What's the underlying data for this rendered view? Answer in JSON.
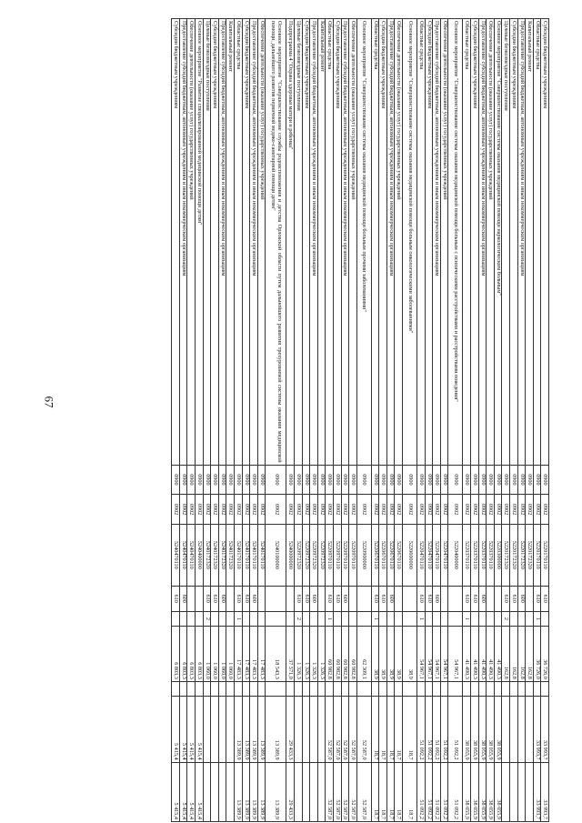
{
  "page_number": "67",
  "rows": [
    {
      "name": "Субсидии бюджетным учреждениям",
      "a": "0900",
      "b": "0902",
      "c": "5220170110",
      "d": "610",
      "e": "",
      "f": "36 726,0",
      "g": "",
      "h": "33 993,7",
      "i": "33 993,7"
    },
    {
      "name": "Областные средства",
      "a": "0900",
      "b": "0902",
      "c": "5220170110",
      "d": "610",
      "e": "1",
      "f": "36 726,0",
      "g": "",
      "h": "33 993,7",
      "i": "33 993,7"
    },
    {
      "name": "Капитальный ремонт",
      "a": "0900",
      "b": "0902",
      "c": "5220172320",
      "d": "",
      "e": "",
      "f": "162,8",
      "g": "",
      "h": "",
      "i": ""
    },
    {
      "name": "Предоставление субсидий бюджетным, автономным учреждениям и иным некоммерческим организациям",
      "a": "0900",
      "b": "0902",
      "c": "5220172320",
      "d": "600",
      "e": "",
      "f": "162,8",
      "g": "",
      "h": "",
      "i": ""
    },
    {
      "name": "Субсидии бюджетным учреждениям",
      "a": "0900",
      "b": "0902",
      "c": "5220172320",
      "d": "610",
      "e": "",
      "f": "162,8",
      "g": "",
      "h": "",
      "i": ""
    },
    {
      "name": "Целевые безвозмездные поступления",
      "a": "0900",
      "b": "0902",
      "c": "5220172320",
      "d": "610",
      "e": "2",
      "f": "162,8",
      "g": "",
      "h": "",
      "i": ""
    },
    {
      "name": "Основное мероприятие \"Совершенствование системы оказания медицинской помощи наркологическим больным\"",
      "a": "0900",
      "b": "0902",
      "c": "5220300000",
      "d": "",
      "e": "",
      "f": "41 490,3",
      "g": "",
      "h": "38 055,9",
      "i": "38 055,9"
    },
    {
      "name": "Обеспечение деятельности (оказание услуг) государственных учреждений",
      "a": "0900",
      "b": "0902",
      "c": "5220370110",
      "d": "",
      "e": "",
      "f": "41 490,3",
      "g": "",
      "h": "38 055,9",
      "i": "38 055,9"
    },
    {
      "name": "Предоставление субсидий бюджетным, автономным учреждениям и иным некоммерческим организациям",
      "a": "0900",
      "b": "0902",
      "c": "5220370110",
      "d": "600",
      "e": "",
      "f": "41 490,3",
      "g": "",
      "h": "38 055,9",
      "i": "38 055,9"
    },
    {
      "name": "Субсидии бюджетным учреждениям",
      "a": "0900",
      "b": "0902",
      "c": "5220370110",
      "d": "610",
      "e": "",
      "f": "41 490,3",
      "g": "",
      "h": "38 055,9",
      "i": "38 055,9"
    },
    {
      "name": "Областные средства",
      "a": "0900",
      "b": "0902",
      "c": "5220370110",
      "d": "610",
      "e": "1",
      "f": "41 490,3",
      "g": "",
      "h": "38 055,9",
      "i": "38 055,9"
    },
    {
      "name": "Основное мероприятие \"Совершенствование системы оказания медицинской помощи больным с психическими расстройствами и расстройствами поведения\"",
      "a": "0900",
      "b": "0902",
      "c": "5220400000",
      "d": "",
      "e": "",
      "f": "54 967,1",
      "g": "",
      "h": "51 092,2",
      "i": "51 092,2",
      "tall": true
    },
    {
      "name": "Обеспечение деятельности (оказание услуг) государственных учреждений",
      "a": "0900",
      "b": "0902",
      "c": "5220470110",
      "d": "",
      "e": "",
      "f": "54 967,1",
      "g": "",
      "h": "51 092,2",
      "i": "51 092,2"
    },
    {
      "name": "Предоставление субсидий бюджетным, автономным учреждениям и иным некоммерческим организациям",
      "a": "0900",
      "b": "0902",
      "c": "5220470110",
      "d": "600",
      "e": "",
      "f": "54 967,1",
      "g": "",
      "h": "51 092,2",
      "i": "51 092,2"
    },
    {
      "name": "Субсидии бюджетным учреждениям",
      "a": "0900",
      "b": "0902",
      "c": "5220470110",
      "d": "610",
      "e": "",
      "f": "54 967,1",
      "g": "",
      "h": "51 092,2",
      "i": "51 092,2"
    },
    {
      "name": "Областные средства",
      "a": "0900",
      "b": "0902",
      "c": "5220470110",
      "d": "610",
      "e": "1",
      "f": "54 967,1",
      "g": "",
      "h": "51 092,2",
      "i": "51 092,2"
    },
    {
      "name": "Основное мероприятие \"Совершенствование системы оказания медицинской помощи больным онкологическими заболеваниями\"",
      "a": "0900",
      "b": "0902",
      "c": "5220600000",
      "d": "",
      "e": "",
      "f": "38,9",
      "g": "",
      "h": "18,7",
      "i": "18,7",
      "tall": true
    },
    {
      "name": "Обеспечение деятельности (оказание услуг) государственных учреждений",
      "a": "0900",
      "b": "0902",
      "c": "5220670110",
      "d": "",
      "e": "",
      "f": "38,9",
      "g": "",
      "h": "18,7",
      "i": "18,7"
    },
    {
      "name": "Предоставление субсидий бюджетным, автономным учреждениям и иным некоммерческим организациям",
      "a": "0900",
      "b": "0902",
      "c": "5220670110",
      "d": "600",
      "e": "",
      "f": "38,9",
      "g": "",
      "h": "18,7",
      "i": "18,7"
    },
    {
      "name": "Субсидии бюджетным учреждениям",
      "a": "0900",
      "b": "0902",
      "c": "5220670110",
      "d": "610",
      "e": "",
      "f": "38,9",
      "g": "",
      "h": "18,7",
      "i": "18,7"
    },
    {
      "name": "Областные средства",
      "a": "0900",
      "b": "0902",
      "c": "5220670110",
      "d": "610",
      "e": "1",
      "f": "38,9",
      "g": "",
      "h": "18,7",
      "i": "18,7"
    },
    {
      "name": "Основное мероприятие \"Совершенствование системы оказания медицинской помощи больным прочими заболеваниями\"",
      "a": "0900",
      "b": "0902",
      "c": "5220900000",
      "d": "",
      "e": "",
      "f": "62 309,1",
      "g": "",
      "h": "52 587,0",
      "i": "52 587,0",
      "tall": true
    },
    {
      "name": "Обеспечение деятельности (оказание услуг) государственных учреждений",
      "a": "0900",
      "b": "0902",
      "c": "5220970110",
      "d": "",
      "e": "",
      "f": "60 982,8",
      "g": "",
      "h": "52 587,0",
      "i": "52 587,0"
    },
    {
      "name": "Предоставление субсидий бюджетным, автономным учреждениям и иным некоммерческим организациям",
      "a": "0900",
      "b": "0902",
      "c": "5220970110",
      "d": "600",
      "e": "",
      "f": "60 982,8",
      "g": "",
      "h": "52 587,0",
      "i": "52 587,0"
    },
    {
      "name": "Субсидии бюджетным учреждениям",
      "a": "0900",
      "b": "0902",
      "c": "5220970110",
      "d": "610",
      "e": "",
      "f": "60 982,8",
      "g": "",
      "h": "52 587,0",
      "i": "52 587,0"
    },
    {
      "name": "Областные средства",
      "a": "0900",
      "b": "0902",
      "c": "5220970110",
      "d": "610",
      "e": "1",
      "f": "60 982,8",
      "g": "",
      "h": "52 587,0",
      "i": "52 587,0"
    },
    {
      "name": "Капитальный ремонт",
      "a": "0900",
      "b": "0902",
      "c": "5220972320",
      "d": "",
      "e": "",
      "f": "1 326,3",
      "g": "",
      "h": "",
      "i": ""
    },
    {
      "name": "Предоставление субсидий бюджетным, автономным учреждениям и иным некоммерческим организациям",
      "a": "0900",
      "b": "0902",
      "c": "5220972320",
      "d": "600",
      "e": "",
      "f": "1 326,3",
      "g": "",
      "h": "",
      "i": ""
    },
    {
      "name": "Субсидии бюджетным учреждениям",
      "a": "0900",
      "b": "0902",
      "c": "5220972320",
      "d": "610",
      "e": "",
      "f": "1 326,3",
      "g": "",
      "h": "",
      "i": ""
    },
    {
      "name": "Целевые безвозмездные поступления",
      "a": "0900",
      "b": "0902",
      "c": "5220972320",
      "d": "610",
      "e": "2",
      "f": "1 326,3",
      "g": "",
      "h": "",
      "i": ""
    },
    {
      "name": "Подпрограмма 4 \"Охрана здоровья матери и ребенка\"",
      "a": "0900",
      "b": "0902",
      "c": "5240000000",
      "d": "",
      "e": "",
      "f": "37 571,0",
      "g": "",
      "h": "29 433,3",
      "i": "29 433,3"
    },
    {
      "name": "Основное мероприятие \"Совершенствование службы родовспоможения и детства Орловской области путем дальнейшего развития трехуровневой системы оказания медицинской помощи, дальнейшего развития первичной медико-санитарной помощи детям\"",
      "a": "0900",
      "b": "0902",
      "c": "5240100000",
      "d": "",
      "e": "",
      "f": "18 543,3",
      "g": "",
      "h": "13 389,9",
      "i": "13 389,9",
      "tall3": true
    },
    {
      "name": "Обеспечение деятельности (оказание услуг) государственных учреждений",
      "a": "0900",
      "b": "0902",
      "c": "5240170110",
      "d": "",
      "e": "",
      "f": "17 483,3",
      "g": "",
      "h": "13 389,9",
      "i": "13 389,9"
    },
    {
      "name": "Предоставление субсидий бюджетным, автономным учреждениям и иным некоммерческим организациям",
      "a": "0900",
      "b": "0902",
      "c": "5240170110",
      "d": "600",
      "e": "",
      "f": "17 483,3",
      "g": "",
      "h": "13 389,9",
      "i": "13 389,9"
    },
    {
      "name": "Субсидии бюджетным учреждениям",
      "a": "0900",
      "b": "0902",
      "c": "5240170110",
      "d": "610",
      "e": "",
      "f": "17 483,3",
      "g": "",
      "h": "13 389,9",
      "i": "13 389,9"
    },
    {
      "name": "Областные средства",
      "a": "0900",
      "b": "0902",
      "c": "5240170110",
      "d": "610",
      "e": "1",
      "f": "17 483,3",
      "g": "",
      "h": "13 389,9",
      "i": "13 389,9"
    },
    {
      "name": "Капитальный ремонт",
      "a": "0900",
      "b": "0902",
      "c": "5240172320",
      "d": "",
      "e": "",
      "f": "1 060,0",
      "g": "",
      "h": "",
      "i": ""
    },
    {
      "name": "Предоставление субсидий бюджетным, автономным учреждениям и иным некоммерческим организациям",
      "a": "0900",
      "b": "0902",
      "c": "5240172320",
      "d": "600",
      "e": "",
      "f": "1 060,0",
      "g": "",
      "h": "",
      "i": ""
    },
    {
      "name": "Субсидии бюджетным учреждениям",
      "a": "0900",
      "b": "0902",
      "c": "5240172320",
      "d": "610",
      "e": "",
      "f": "1 060,0",
      "g": "",
      "h": "",
      "i": ""
    },
    {
      "name": "Целевые безвозмездные поступления",
      "a": "0900",
      "b": "0902",
      "c": "5240172320",
      "d": "610",
      "e": "2",
      "f": "1 060,0",
      "g": "",
      "h": "",
      "i": ""
    },
    {
      "name": "Основное мероприятие \"Развитие специализированной медицинской помощи детям\"",
      "a": "0900",
      "b": "0902",
      "c": "5240400000",
      "d": "",
      "e": "",
      "f": "6 803,3",
      "g": "",
      "h": "5 415,4",
      "i": "5 415,4"
    },
    {
      "name": "Обеспечение деятельности (оказание услуг) государственных учреждений",
      "a": "0900",
      "b": "0902",
      "c": "5240470110",
      "d": "",
      "e": "",
      "f": "6 803,3",
      "g": "",
      "h": "5 415,4",
      "i": "5 415,4"
    },
    {
      "name": "Предоставление субсидий бюджетным, автономным учреждениям и иным некоммерческим организациям",
      "a": "0900",
      "b": "0902",
      "c": "5240470110",
      "d": "600",
      "e": "",
      "f": "6 803,3",
      "g": "",
      "h": "5 415,4",
      "i": "5 415,4"
    },
    {
      "name": "Субсидии бюджетным учреждениям",
      "a": "0900",
      "b": "0902",
      "c": "5240470110",
      "d": "610",
      "e": "",
      "f": "6 803,3",
      "g": "",
      "h": "5 415,4",
      "i": "5 415,4"
    }
  ]
}
